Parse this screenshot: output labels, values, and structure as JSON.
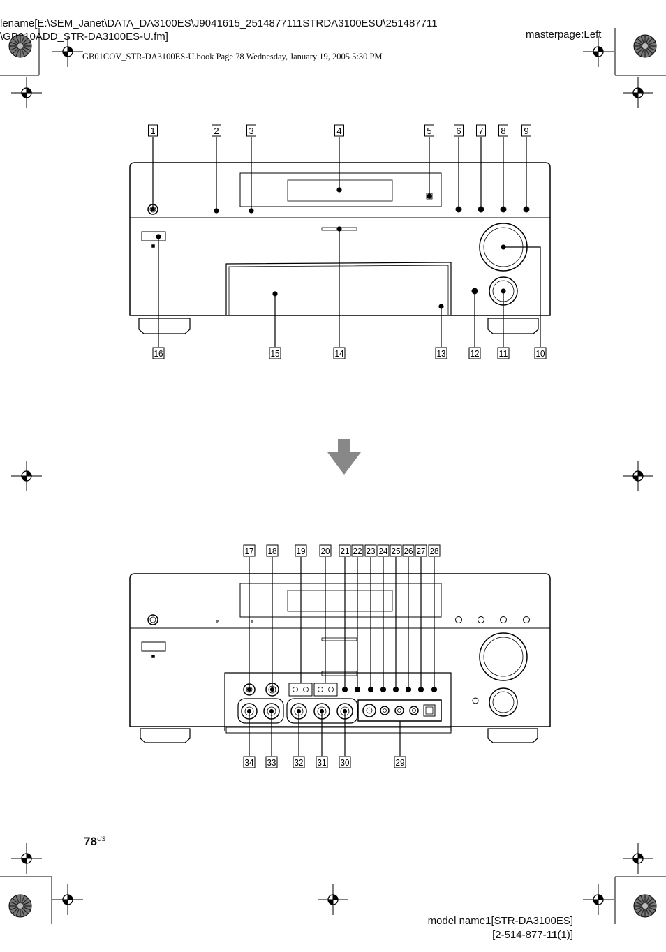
{
  "header": {
    "filename_line1": "lename[E:\\SEM_Janet\\DATA_DA3100ES\\J9041615_2514877111STRDA3100ESU\\251487711",
    "filename_line2": "\\GB010ADD_STR-DA3100ES-U.fm]",
    "masterpage": "masterpage:Left",
    "book_info": "GB01COV_STR-DA3100ES-U.book  Page 78  Wednesday, January 19, 2005  5:30 PM"
  },
  "figure1": {
    "callouts_top": [
      "1",
      "2",
      "3",
      "4",
      "5",
      "6",
      "7",
      "8",
      "9"
    ],
    "callouts_bottom": [
      "16",
      "15",
      "14",
      "13",
      "12",
      "11",
      "10"
    ]
  },
  "figure2": {
    "callouts_top": [
      "17",
      "18",
      "19",
      "20",
      "21",
      "22",
      "23",
      "24",
      "25",
      "26",
      "27",
      "28"
    ],
    "callouts_bottom": [
      "34",
      "33",
      "32",
      "31",
      "30",
      "29"
    ]
  },
  "page": {
    "number": "78",
    "suffix": "US"
  },
  "footer": {
    "model_line1": "model name1[STR-DA3100ES]",
    "model_line2_prefix": "[2-514-877-",
    "model_line2_bold": "11",
    "model_line2_suffix": "(1)]"
  }
}
